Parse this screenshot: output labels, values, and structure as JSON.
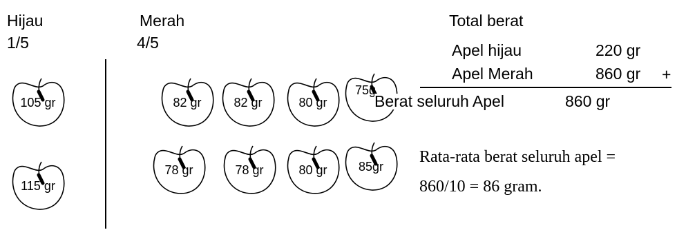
{
  "green": {
    "label": "Hijau",
    "fraction": "1/5",
    "weights": [
      "105 gr",
      "115 gr"
    ]
  },
  "red": {
    "label": "Merah",
    "fraction": "4/5",
    "weights_row1": [
      "82 gr",
      "82 gr",
      "80 gr",
      "75g"
    ],
    "weights_row2": [
      "78 gr",
      "78 gr",
      "80 gr",
      "85gr"
    ]
  },
  "total": {
    "title": "Total berat",
    "rows": [
      {
        "label": "Apel hijau",
        "value": "220 gr",
        "op": ""
      },
      {
        "label": "Apel Merah",
        "value": "860 gr",
        "op": "+"
      }
    ],
    "sum_label": "Berat seluruh Apel",
    "sum_value": "860 gr"
  },
  "average": {
    "line1": "Rata-rata berat seluruh apel =",
    "line2": "860/10 = 86 gram."
  }
}
